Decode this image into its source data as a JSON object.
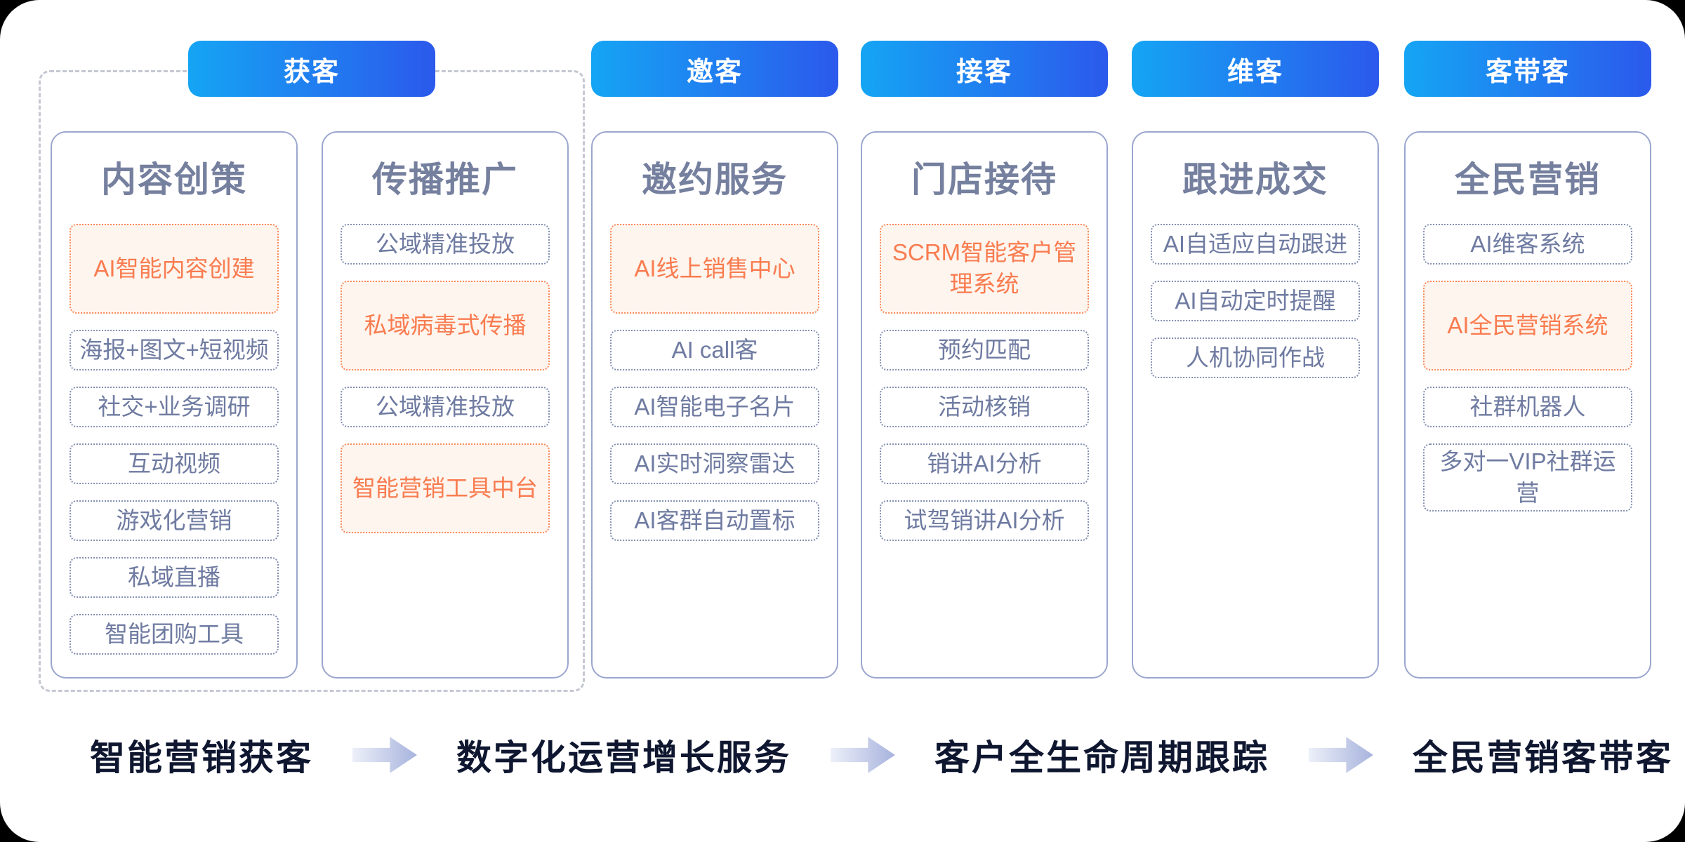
{
  "stages": [
    {
      "label": "获客"
    },
    {
      "label": "邀客"
    },
    {
      "label": "接客"
    },
    {
      "label": "维客"
    },
    {
      "label": "客带客"
    }
  ],
  "columns": [
    {
      "title": "内容创策",
      "items": [
        {
          "label": "AI智能内容创建",
          "highlight": true,
          "tall": true
        },
        {
          "label": "海报+图文+短视频",
          "highlight": false,
          "tall": false
        },
        {
          "label": "社交+业务调研",
          "highlight": false,
          "tall": false
        },
        {
          "label": "互动视频",
          "highlight": false,
          "tall": false
        },
        {
          "label": "游戏化营销",
          "highlight": false,
          "tall": false
        },
        {
          "label": "私域直播",
          "highlight": false,
          "tall": false
        },
        {
          "label": "智能团购工具",
          "highlight": false,
          "tall": false
        }
      ]
    },
    {
      "title": "传播推广",
      "items": [
        {
          "label": "公域精准投放",
          "highlight": false,
          "tall": false
        },
        {
          "label": "私域病毒式传播",
          "highlight": true,
          "tall": true
        },
        {
          "label": "公域精准投放",
          "highlight": false,
          "tall": false
        },
        {
          "label": "智能营销工具中台",
          "highlight": true,
          "tall": true
        }
      ]
    },
    {
      "title": "邀约服务",
      "items": [
        {
          "label": "AI线上销售中心",
          "highlight": true,
          "tall": true
        },
        {
          "label": "AI call客",
          "highlight": false,
          "tall": false
        },
        {
          "label": "AI智能电子名片",
          "highlight": false,
          "tall": false
        },
        {
          "label": "AI实时洞察雷达",
          "highlight": false,
          "tall": false
        },
        {
          "label": "AI客群自动置标",
          "highlight": false,
          "tall": false
        }
      ]
    },
    {
      "title": "门店接待",
      "items": [
        {
          "label": "SCRM智能客户管理系统",
          "highlight": true,
          "tall": true
        },
        {
          "label": "预约匹配",
          "highlight": false,
          "tall": false
        },
        {
          "label": "活动核销",
          "highlight": false,
          "tall": false
        },
        {
          "label": "销讲AI分析",
          "highlight": false,
          "tall": false
        },
        {
          "label": "试驾销讲AI分析",
          "highlight": false,
          "tall": false
        }
      ]
    },
    {
      "title": "跟进成交",
      "items": [
        {
          "label": "AI自适应自动跟进",
          "highlight": false,
          "tall": false
        },
        {
          "label": "AI自动定时提醒",
          "highlight": false,
          "tall": false
        },
        {
          "label": "人机协同作战",
          "highlight": false,
          "tall": false
        }
      ]
    },
    {
      "title": "全民营销",
      "items": [
        {
          "label": "AI维客系统",
          "highlight": false,
          "tall": false
        },
        {
          "label": "AI全民营销系统",
          "highlight": true,
          "tall": true
        },
        {
          "label": "社群机器人",
          "highlight": false,
          "tall": false
        },
        {
          "label": "多对一VIP社群运营",
          "highlight": false,
          "tall": false
        }
      ]
    }
  ],
  "flow": {
    "steps": [
      "智能营销获客",
      "数字化运营增长服务",
      "客户全生命周期跟踪",
      "全民营销客带客"
    ]
  },
  "colors": {
    "badge_gradient_start": "#15A5F4",
    "badge_gradient_end": "#2B59EC",
    "highlight_text": "#F97C50",
    "highlight_bg": "#FEF5EE",
    "highlight_border": "#FA8A5C",
    "item_text": "#6F7BA1",
    "item_border": "#8490B2",
    "card_border": "#9AA6CE",
    "title_text": "#757F9E",
    "flow_text": "#0F1730",
    "arrow_gradient_start": "#EDF0F9",
    "arrow_gradient_end": "#A7B3DD"
  }
}
